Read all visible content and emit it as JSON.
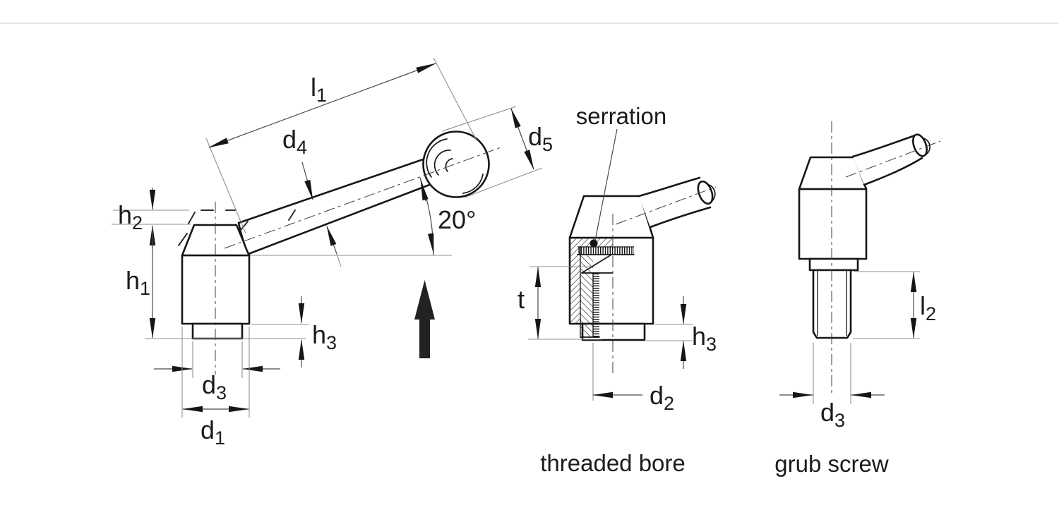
{
  "page": {
    "background": "#ffffff",
    "divider_color": "#e8e8e8"
  },
  "colors": {
    "outline": "#161616",
    "dimension_line": "#4a4a4a",
    "extension_line": "#8f8f8f",
    "text": "#1b1b1b"
  },
  "views": {
    "main": {
      "dims": {
        "l1": {
          "base": "l",
          "sub": "1"
        },
        "d4": {
          "base": "d",
          "sub": "4"
        },
        "d5": {
          "base": "d",
          "sub": "5"
        },
        "angle": "20°",
        "h2": {
          "base": "h",
          "sub": "2"
        },
        "h1": {
          "base": "h",
          "sub": "1"
        },
        "h3": {
          "base": "h",
          "sub": "3"
        },
        "d3": {
          "base": "d",
          "sub": "3"
        },
        "d1": {
          "base": "d",
          "sub": "1"
        }
      }
    },
    "threaded_bore": {
      "caption": "threaded bore",
      "annotation": "serration",
      "dims": {
        "t": "t",
        "h3": {
          "base": "h",
          "sub": "3"
        },
        "d2": {
          "base": "d",
          "sub": "2"
        }
      }
    },
    "grub_screw": {
      "caption": "grub screw",
      "dims": {
        "l2": {
          "base": "l",
          "sub": "2"
        },
        "d3": {
          "base": "d",
          "sub": "3"
        }
      }
    }
  }
}
